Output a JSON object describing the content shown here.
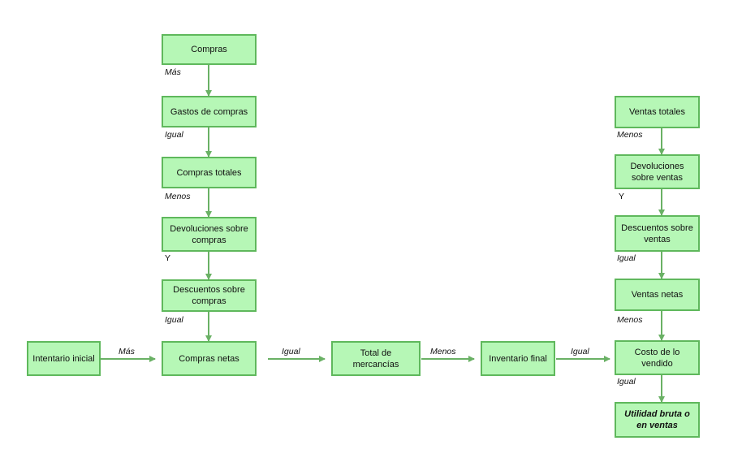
{
  "colors": {
    "box_fill": "#b6f7b6",
    "box_border": "#5fb85c",
    "arrow": "#6ab165"
  },
  "nodes": {
    "compras": "Compras",
    "gastos_compras": "Gastos de compras",
    "compras_totales": "Compras totales",
    "devoluciones_compras": "Devoluciones sobre compras",
    "descuentos_compras": "Descuentos sobre compras",
    "inventario_inicial": "Intentario inicial",
    "compras_netas": "Compras netas",
    "total_mercancias": "Total de mercancías",
    "inventario_final": "Inventario final",
    "ventas_totales": "Ventas totales",
    "devoluciones_ventas": "Devoluciones sobre ventas",
    "descuentos_ventas": "Descuentos sobre ventas",
    "ventas_netas": "Ventas netas",
    "costo_vendido": "Costo de lo vendido",
    "utilidad_bruta": "Utilidad bruta o en ventas"
  },
  "labels": {
    "compras_mas": "Más",
    "gastos_igual": "Igual",
    "totales_menos": "Menos",
    "devol_y": "Y",
    "desc_igual": "Igual",
    "inv_ini_mas": "Más",
    "netas_igual": "Igual",
    "total_menos": "Menos",
    "inv_final_igual": "Igual",
    "ventas_tot_menos": "Menos",
    "devol_ventas_y": "Y",
    "desc_ventas_igual": "Igual",
    "ventas_netas_menos": "Menos",
    "costo_igual": "Igual"
  }
}
